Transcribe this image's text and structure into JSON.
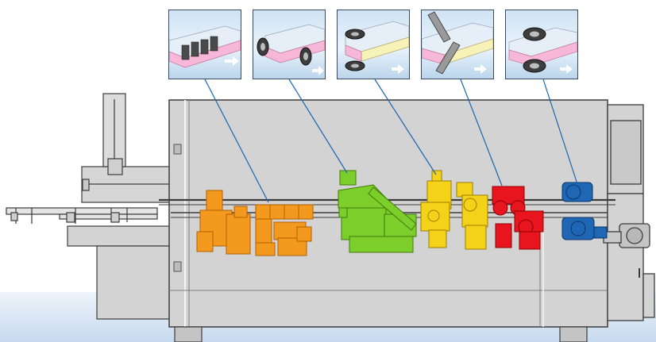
{
  "machine": {
    "modules": [
      {
        "id": "module-1",
        "color": "#f39a1e"
      },
      {
        "id": "module-2",
        "color": "#7ccf2a"
      },
      {
        "id": "module-3",
        "color": "#f5d21a"
      },
      {
        "id": "module-4",
        "color": "#e8141e"
      },
      {
        "id": "module-5",
        "color": "#1f67b5"
      }
    ],
    "colors": {
      "body": "#d3d3d3",
      "outline": "#3c3c3c",
      "leader": "#1a66b0",
      "panel_edge": "#ffffff",
      "workpiece_top": "#e6eef7",
      "workpiece_side": "#f7b7d8",
      "workpiece_end": "#f6f2b8"
    },
    "insets": [
      {
        "name": "inset-1",
        "icon": "end-trim-saw-icon"
      },
      {
        "name": "inset-2",
        "icon": "rough-trim-wheels-icon"
      },
      {
        "name": "inset-3",
        "icon": "fine-trim-wheels-icon"
      },
      {
        "name": "inset-4",
        "icon": "corner-scraper-icon"
      },
      {
        "name": "inset-5",
        "icon": "buffing-wheels-icon"
      }
    ]
  }
}
